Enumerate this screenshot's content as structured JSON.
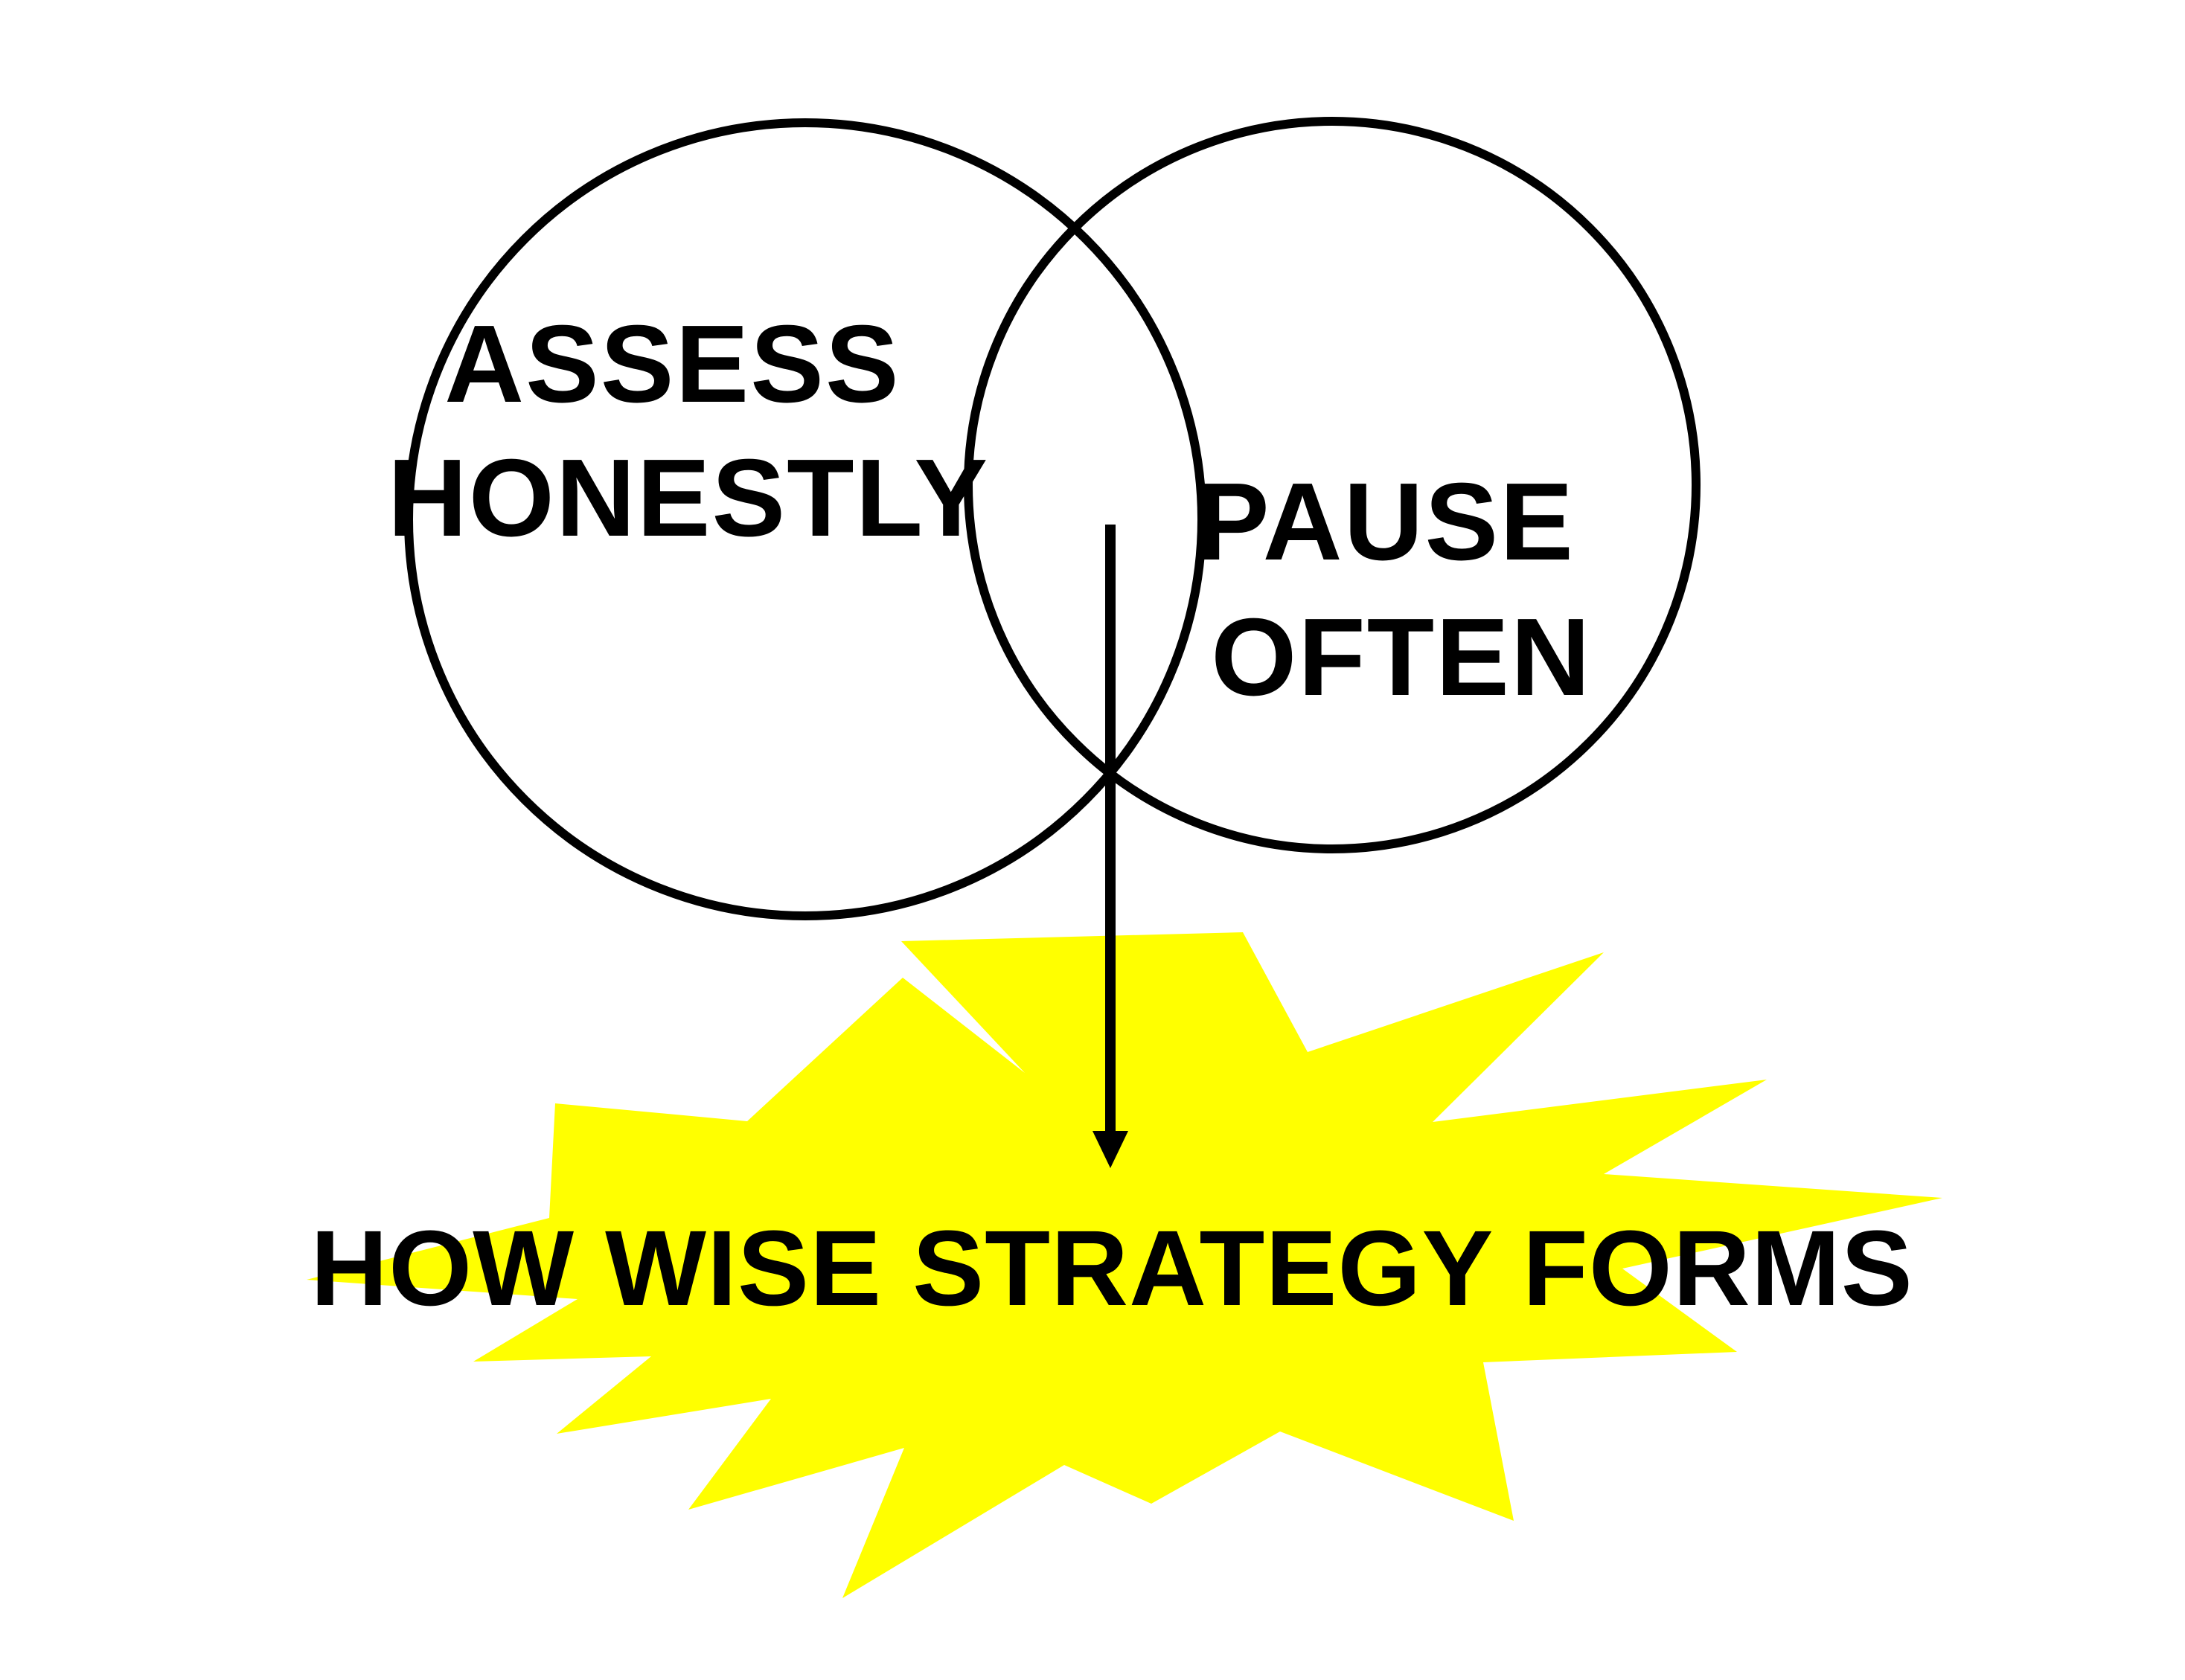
{
  "diagram": {
    "left_circle": {
      "lines": [
        "ASSESS",
        "HONESTLY"
      ]
    },
    "right_circle": {
      "lines": [
        "PAUSE",
        "OFTEN"
      ]
    },
    "outcome": {
      "text": "HOW WISE STRATEGY FORMS"
    }
  },
  "colors": {
    "outline": "#000000",
    "burst_fill": "#ffff00",
    "background": "#ffffff"
  }
}
